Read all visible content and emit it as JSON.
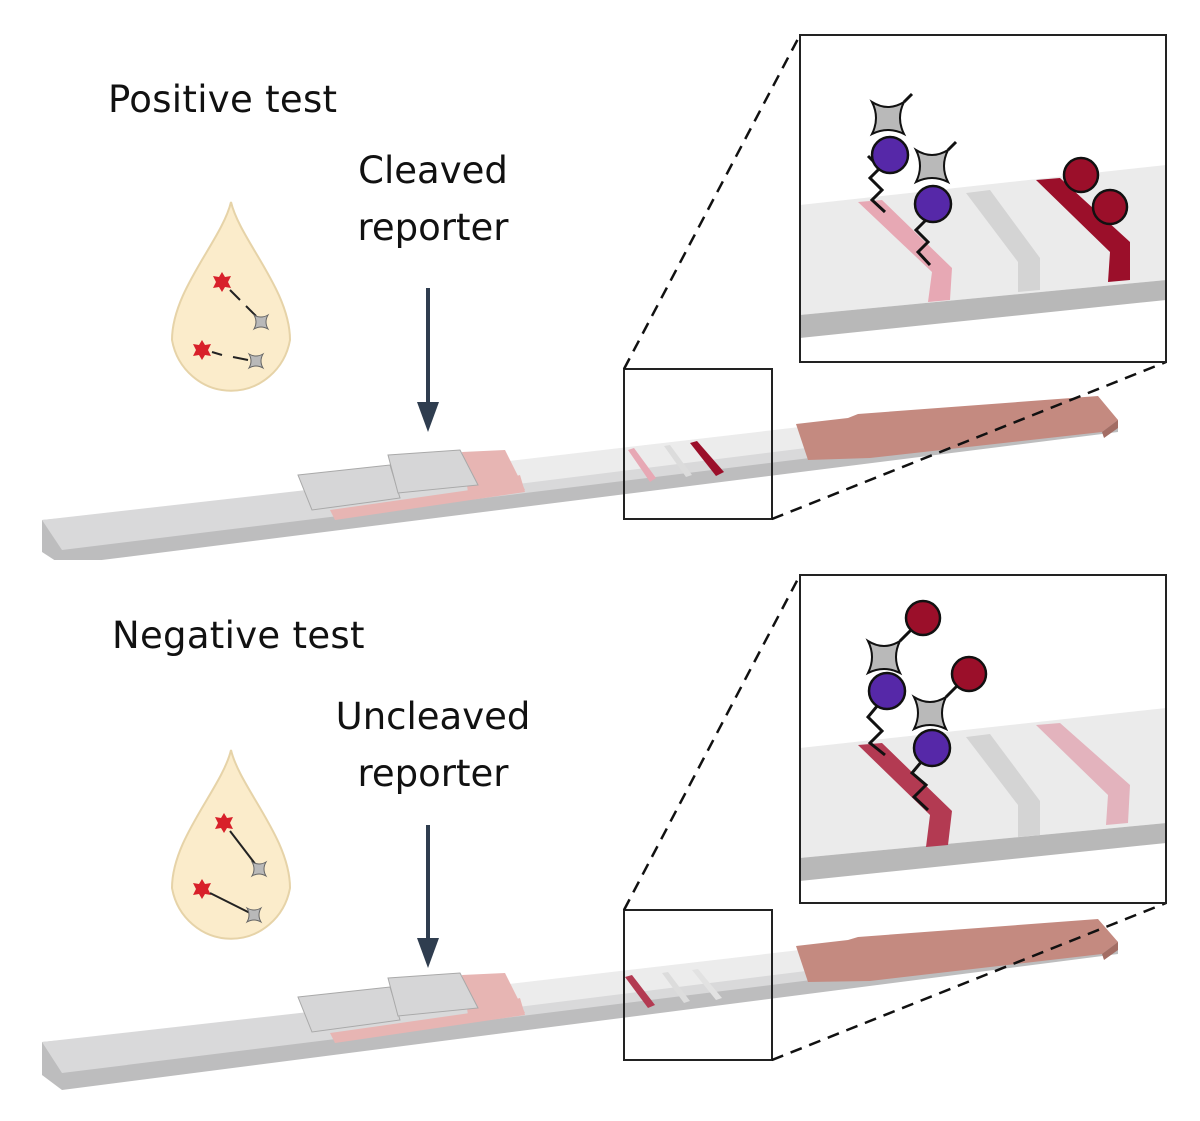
{
  "figure": {
    "panels": [
      {
        "id": "positive",
        "title": "Positive test",
        "reporter_label_line1": "Cleaved",
        "reporter_label_line2": "reporter",
        "reporter_state": "cleaved",
        "test_line_intensity": "faint",
        "control_line_intensity": "strong"
      },
      {
        "id": "negative",
        "title": "Negative test",
        "reporter_label_line1": "Uncleaved",
        "reporter_label_line2": "reporter",
        "reporter_state": "uncleaved",
        "test_line_intensity": "strong",
        "control_line_intensity": "faint"
      }
    ],
    "icons": {
      "sample_drop": "droplet-icon",
      "arrow": "down-arrow-icon",
      "strip": "lateral-flow-strip",
      "zoom_box": "magnifier-box",
      "biotin": "purple-circle-icon",
      "fam": "gray-star-icon",
      "gold": "red-circle-icon",
      "cas": "red-star-icon"
    },
    "colors": {
      "drop_fill": "#fbeccb",
      "drop_stroke": "#e6d3a8",
      "cas_red": "#d8202a",
      "reporter_gray": "#b9b9b9",
      "arrow": "#2f3d4f",
      "strip_gray": "#d9d9da",
      "strip_light": "#ececec",
      "pad_pink": "#e7b5b3",
      "absorbent_pad": "#c48a80",
      "line_faint": "#e7a8b4",
      "line_strong": "#9b0f2a",
      "line_test_neg": "#b33a52",
      "purple": "#5628a8",
      "dark_red": "#9b0f2a"
    }
  }
}
